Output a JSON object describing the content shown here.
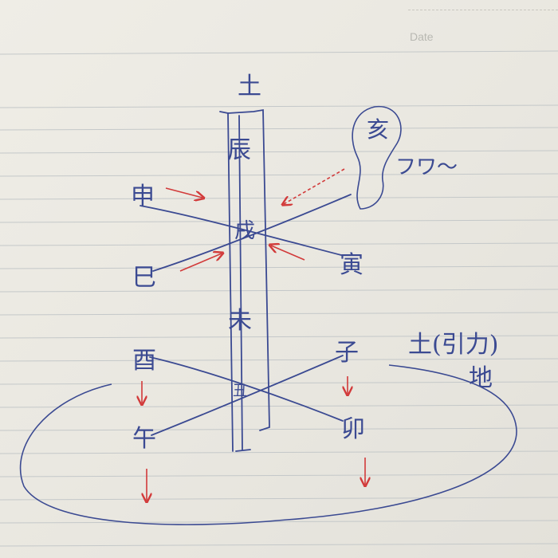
{
  "header": {
    "date_label": "Date"
  },
  "diagram": {
    "top": "土",
    "column": [
      "辰",
      "戌",
      "未",
      "丑"
    ],
    "left_branches": [
      "申",
      "巳",
      "酉",
      "午"
    ],
    "right_branches": [
      "寅",
      "子",
      "卯"
    ],
    "balloon_char": "亥",
    "balloon_sound": "フワ〜",
    "side_note_line1": "土(引力)",
    "side_note_line2": "地"
  },
  "colors": {
    "ink": "#3b4a92",
    "arrow": "#d23a3a",
    "paper": "#eceae3",
    "rule": "#c4c8c9"
  }
}
